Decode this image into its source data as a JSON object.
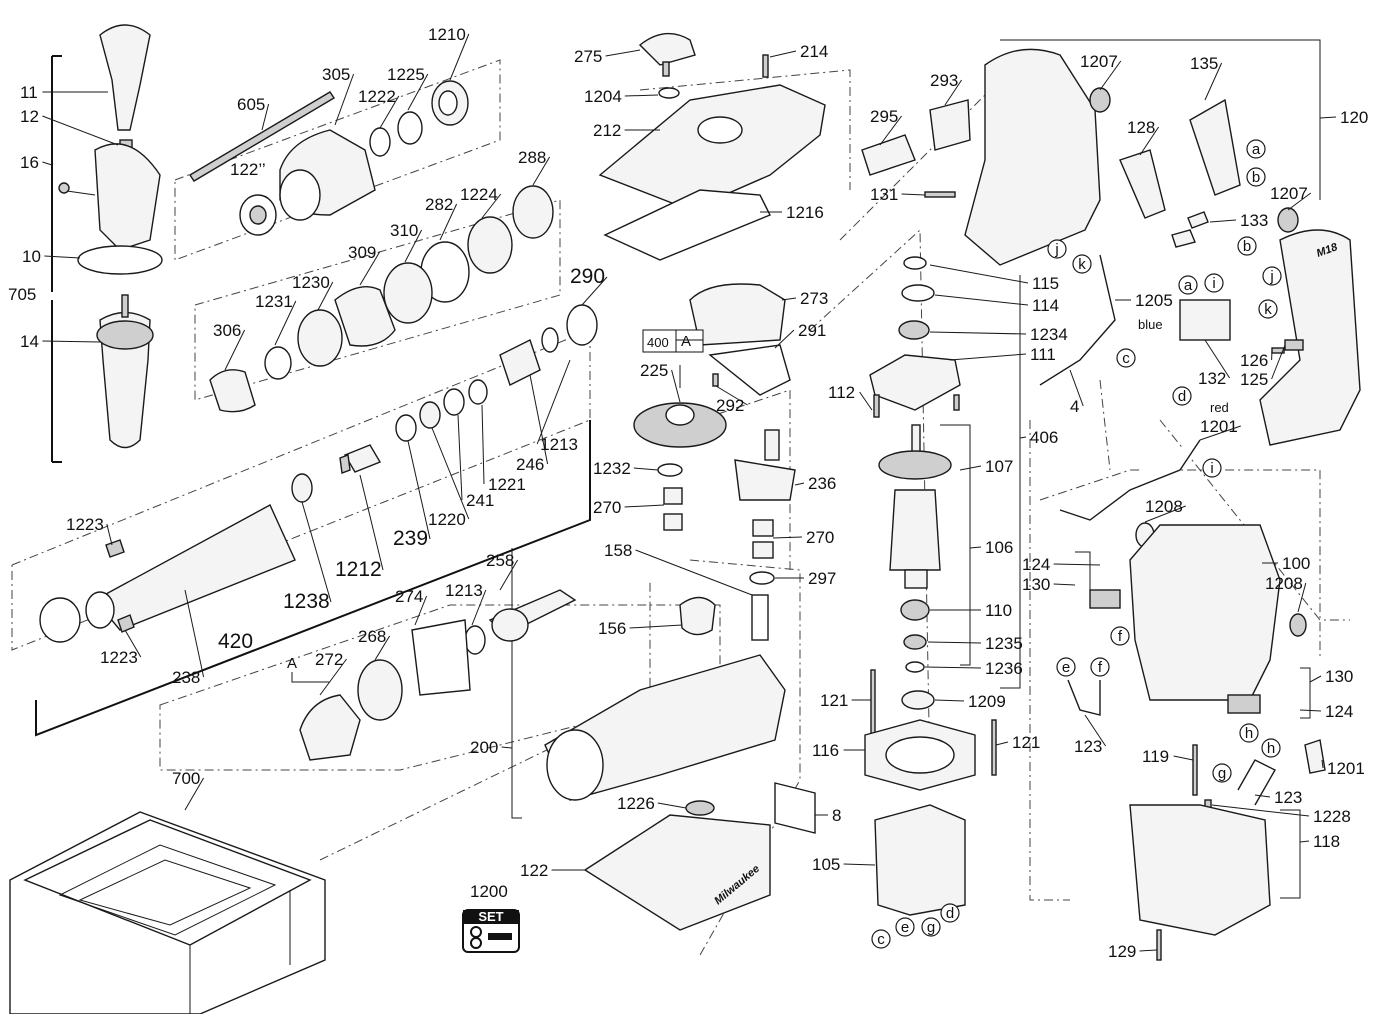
{
  "diagram": {
    "part_numbers": {
      "p11": "11",
      "p12": "12",
      "p16": "16",
      "p10": "10",
      "p705": "705",
      "p14": "14",
      "p605": "605",
      "p305": "305",
      "p1222": "1222",
      "p1225": "1225",
      "p1210": "1210",
      "p1227": "122’’",
      "p288": "288",
      "p1224": "1224",
      "p282": "282",
      "p310": "310",
      "p309": "309",
      "p1230": "1230",
      "p1231": "1231",
      "p306": "306",
      "p290": "290",
      "p246": "246",
      "p1213a": "1213",
      "p1221": "1221",
      "p241": "241",
      "p1220": "1220",
      "p239": "239",
      "p1212": "1212",
      "p1238": "1238",
      "p420": "420",
      "p238": "238",
      "p1223a": "1223",
      "p1223b": "1223",
      "p275": "275",
      "p214": "214",
      "p1204": "1204",
      "p212": "212",
      "p1216": "1216",
      "p273": "273",
      "p291": "291",
      "p400": "400",
      "p225": "225",
      "p292": "292",
      "p1232": "1232",
      "p270a": "270",
      "p236": "236",
      "p270b": "270",
      "p297": "297",
      "p158": "158",
      "p156": "156",
      "p258": "258",
      "p1213b": "1213",
      "p274": "274",
      "p268": "268",
      "p272": "272",
      "p200": "200",
      "p1226": "1226",
      "p8": "8",
      "p122": "122",
      "p700": "700",
      "p1200": "1200",
      "p295": "295",
      "p293": "293",
      "p131": "131",
      "p1207a": "1207",
      "p128": "128",
      "p135": "135",
      "p120": "120",
      "p1207b": "1207",
      "p133": "133",
      "p115": "115",
      "p114": "114",
      "p1234": "1234",
      "p111": "111",
      "p112": "112",
      "p1205": "1205",
      "p4": "4",
      "p132": "132",
      "p126": "126",
      "p125": "125",
      "p406": "406",
      "p107": "107",
      "p106": "106",
      "p110": "110",
      "p1235": "1235",
      "p1236": "1236",
      "p1209": "1209",
      "p121a": "121",
      "p121b": "121",
      "p116": "116",
      "p105": "105",
      "p1201a": "1201",
      "p1208a": "1208",
      "p100": "100",
      "p1208b": "1208",
      "p124a": "124",
      "p130a": "130",
      "p130b": "130",
      "p124b": "124",
      "p123a": "123",
      "p1201b": "1201",
      "p119": "119",
      "p123b": "123",
      "p1228": "1228",
      "p118": "118",
      "p129": "129"
    },
    "connector_letters": {
      "a1": "a",
      "b1": "b",
      "j1": "j",
      "k1": "k",
      "a2": "a",
      "i1": "i",
      "b2": "b",
      "j2": "j",
      "k2": "k",
      "c1": "c",
      "d1": "d",
      "i2": "i",
      "e1": "e",
      "f1": "f",
      "f2": "f",
      "h1": "h",
      "h2": "h",
      "g1": "g",
      "c2": "c",
      "e2": "e",
      "g2": "g",
      "d2": "d"
    },
    "wire_labels": {
      "blue": "blue",
      "red": "red"
    },
    "box_letter": "A",
    "set_badge": "SET",
    "brand_marks": {
      "mxd": "M18",
      "housing": "Milwaukee"
    }
  }
}
